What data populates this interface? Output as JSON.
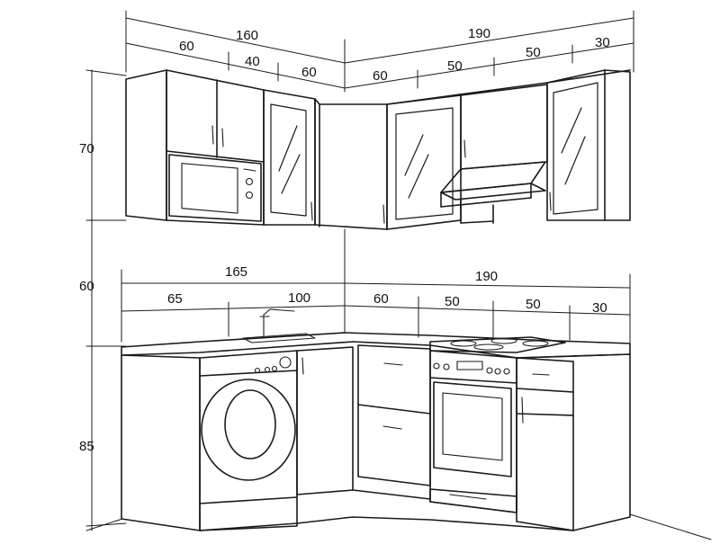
{
  "diagram": {
    "upper": {
      "left_total": "160",
      "left_parts": [
        "60",
        "40",
        "60"
      ],
      "right_total": "190",
      "right_parts": [
        "60",
        "50",
        "50",
        "30"
      ],
      "height": "70"
    },
    "gap_height": "60",
    "lower": {
      "left_total": "165",
      "left_parts": [
        "65",
        "100"
      ],
      "right_total": "190",
      "right_parts": [
        "60",
        "50",
        "50",
        "30"
      ],
      "height": "85"
    }
  }
}
